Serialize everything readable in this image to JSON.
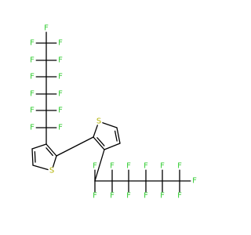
{
  "colors": {
    "bond": "#000000",
    "fluorine": "#33cc33",
    "sulfur": "#b2b200"
  },
  "molecule": {
    "atoms": [
      {
        "id": "S1",
        "label": "S",
        "element": "sulfur"
      },
      {
        "id": "C2a",
        "label": "",
        "element": "carbon"
      },
      {
        "id": "C3a",
        "label": "",
        "element": "carbon"
      },
      {
        "id": "C4a",
        "label": "",
        "element": "carbon"
      },
      {
        "id": "C5a",
        "label": "",
        "element": "carbon"
      },
      {
        "id": "S2",
        "label": "S",
        "element": "sulfur"
      },
      {
        "id": "C2b",
        "label": "",
        "element": "carbon"
      },
      {
        "id": "C3b",
        "label": "",
        "element": "carbon"
      },
      {
        "id": "C4b",
        "label": "",
        "element": "carbon"
      },
      {
        "id": "C5b",
        "label": "",
        "element": "carbon"
      },
      {
        "id": "A1",
        "label": "",
        "element": "carbon"
      },
      {
        "id": "A2",
        "label": "",
        "element": "carbon"
      },
      {
        "id": "A3",
        "label": "",
        "element": "carbon"
      },
      {
        "id": "A4",
        "label": "",
        "element": "carbon"
      },
      {
        "id": "A5",
        "label": "",
        "element": "carbon"
      },
      {
        "id": "A6",
        "label": "",
        "element": "carbon"
      },
      {
        "id": "B1",
        "label": "",
        "element": "carbon"
      },
      {
        "id": "B2",
        "label": "",
        "element": "carbon"
      },
      {
        "id": "B3",
        "label": "",
        "element": "carbon"
      },
      {
        "id": "B4",
        "label": "",
        "element": "carbon"
      },
      {
        "id": "B5",
        "label": "",
        "element": "carbon"
      },
      {
        "id": "B6",
        "label": "",
        "element": "carbon"
      },
      {
        "id": "FA0",
        "label": "F",
        "element": "fluorine"
      },
      {
        "id": "FA1L",
        "label": "F",
        "element": "fluorine"
      },
      {
        "id": "FA1R",
        "label": "F",
        "element": "fluorine"
      },
      {
        "id": "FA2L",
        "label": "F",
        "element": "fluorine"
      },
      {
        "id": "FA2R",
        "label": "F",
        "element": "fluorine"
      },
      {
        "id": "FA3L",
        "label": "F",
        "element": "fluorine"
      },
      {
        "id": "FA3R",
        "label": "F",
        "element": "fluorine"
      },
      {
        "id": "FA4L",
        "label": "F",
        "element": "fluorine"
      },
      {
        "id": "FA4R",
        "label": "F",
        "element": "fluorine"
      },
      {
        "id": "FA5L",
        "label": "F",
        "element": "fluorine"
      },
      {
        "id": "FA5R",
        "label": "F",
        "element": "fluorine"
      },
      {
        "id": "FA6L",
        "label": "F",
        "element": "fluorine"
      },
      {
        "id": "FA6R",
        "label": "F",
        "element": "fluorine"
      },
      {
        "id": "FB0",
        "label": "F",
        "element": "fluorine"
      },
      {
        "id": "FB1U",
        "label": "F",
        "element": "fluorine"
      },
      {
        "id": "FB1D",
        "label": "F",
        "element": "fluorine"
      },
      {
        "id": "FB2U",
        "label": "F",
        "element": "fluorine"
      },
      {
        "id": "FB2D",
        "label": "F",
        "element": "fluorine"
      },
      {
        "id": "FB3U",
        "label": "F",
        "element": "fluorine"
      },
      {
        "id": "FB3D",
        "label": "F",
        "element": "fluorine"
      },
      {
        "id": "FB4U",
        "label": "F",
        "element": "fluorine"
      },
      {
        "id": "FB4D",
        "label": "F",
        "element": "fluorine"
      },
      {
        "id": "FB5U",
        "label": "F",
        "element": "fluorine"
      },
      {
        "id": "FB5D",
        "label": "F",
        "element": "fluorine"
      },
      {
        "id": "FB6U",
        "label": "F",
        "element": "fluorine"
      },
      {
        "id": "FB6D",
        "label": "F",
        "element": "fluorine"
      }
    ],
    "bonds": [
      {
        "a": "S1",
        "b": "C2a",
        "order": 1
      },
      {
        "a": "C2a",
        "b": "C3a",
        "order": 2
      },
      {
        "a": "C3a",
        "b": "C4a",
        "order": 1
      },
      {
        "a": "C4a",
        "b": "C5a",
        "order": 2
      },
      {
        "a": "C5a",
        "b": "S1",
        "order": 1
      },
      {
        "a": "C2a",
        "b": "C2b",
        "order": 1
      },
      {
        "a": "S2",
        "b": "C2b",
        "order": 1
      },
      {
        "a": "C2b",
        "b": "C3b",
        "order": 2
      },
      {
        "a": "C3b",
        "b": "C4b",
        "order": 1
      },
      {
        "a": "C4b",
        "b": "C5b",
        "order": 2
      },
      {
        "a": "C5b",
        "b": "S2",
        "order": 1
      },
      {
        "a": "C3a",
        "b": "A1",
        "order": 1
      },
      {
        "a": "A1",
        "b": "A2",
        "order": 1
      },
      {
        "a": "A2",
        "b": "A3",
        "order": 1
      },
      {
        "a": "A3",
        "b": "A4",
        "order": 1
      },
      {
        "a": "A4",
        "b": "A5",
        "order": 1
      },
      {
        "a": "A5",
        "b": "A6",
        "order": 1
      },
      {
        "a": "A6",
        "b": "FA0",
        "order": 1
      },
      {
        "a": "A1",
        "b": "FA1L",
        "order": 1
      },
      {
        "a": "A1",
        "b": "FA1R",
        "order": 1
      },
      {
        "a": "A2",
        "b": "FA2L",
        "order": 1
      },
      {
        "a": "A2",
        "b": "FA2R",
        "order": 1
      },
      {
        "a": "A3",
        "b": "FA3L",
        "order": 1
      },
      {
        "a": "A3",
        "b": "FA3R",
        "order": 1
      },
      {
        "a": "A4",
        "b": "FA4L",
        "order": 1
      },
      {
        "a": "A4",
        "b": "FA4R",
        "order": 1
      },
      {
        "a": "A5",
        "b": "FA5L",
        "order": 1
      },
      {
        "a": "A5",
        "b": "FA5R",
        "order": 1
      },
      {
        "a": "A6",
        "b": "FA6L",
        "order": 1
      },
      {
        "a": "A6",
        "b": "FA6R",
        "order": 1
      },
      {
        "a": "C3b",
        "b": "B1",
        "order": 1
      },
      {
        "a": "B1",
        "b": "B2",
        "order": 1
      },
      {
        "a": "B2",
        "b": "B3",
        "order": 1
      },
      {
        "a": "B3",
        "b": "B4",
        "order": 1
      },
      {
        "a": "B4",
        "b": "B5",
        "order": 1
      },
      {
        "a": "B5",
        "b": "B6",
        "order": 1
      },
      {
        "a": "B6",
        "b": "FB0",
        "order": 1
      },
      {
        "a": "B1",
        "b": "FB1U",
        "order": 1
      },
      {
        "a": "B1",
        "b": "FB1D",
        "order": 1
      },
      {
        "a": "B2",
        "b": "FB2U",
        "order": 1
      },
      {
        "a": "B2",
        "b": "FB2D",
        "order": 1
      },
      {
        "a": "B3",
        "b": "FB3U",
        "order": 1
      },
      {
        "a": "B3",
        "b": "FB3D",
        "order": 1
      },
      {
        "a": "B4",
        "b": "FB4U",
        "order": 1
      },
      {
        "a": "B4",
        "b": "FB4D",
        "order": 1
      },
      {
        "a": "B5",
        "b": "FB5U",
        "order": 1
      },
      {
        "a": "B5",
        "b": "FB5D",
        "order": 1
      },
      {
        "a": "B6",
        "b": "FB6U",
        "order": 1
      },
      {
        "a": "B6",
        "b": "FB6D",
        "order": 1
      }
    ]
  }
}
